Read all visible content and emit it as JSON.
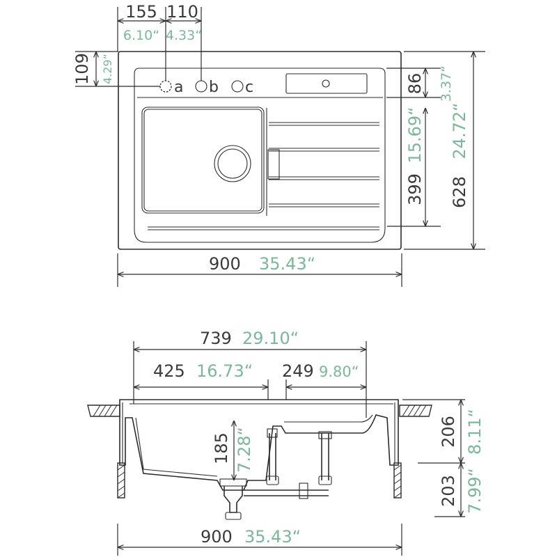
{
  "colors": {
    "metric": "#3a3a3a",
    "imperial": "#7bb89a",
    "line": "#2b2b2b"
  },
  "top_view": {
    "dims": {
      "width_mm": "900",
      "width_in": "35.43“",
      "offset_155_mm": "155",
      "offset_155_in": "6.10“",
      "offset_110_mm": "110",
      "offset_110_in": "4.33“",
      "deck_109_mm": "109",
      "deck_109_in": "4.29“",
      "deck_86_mm": "86",
      "deck_86_in": "3.37“",
      "bowl_399_mm": "399",
      "bowl_399_in": "15.69“",
      "depth_628_mm": "628",
      "depth_628_in": "24.72“"
    },
    "tap_holes": {
      "a": "a",
      "b": "b",
      "c": "c"
    }
  },
  "side_view": {
    "dims": {
      "total_739_mm": "739",
      "total_739_in": "29.10“",
      "bowl_425_mm": "425",
      "bowl_425_in": "16.73“",
      "drain_249_mm": "249",
      "drain_249_in": "9.80“",
      "depth_185_mm": "185",
      "depth_185_in": "7.28“",
      "height_206_mm": "206",
      "height_206_in": "8.11“",
      "height_203_mm": "203",
      "height_203_in": "7.99“",
      "width_mm": "900",
      "width_in": "35.43“"
    }
  }
}
